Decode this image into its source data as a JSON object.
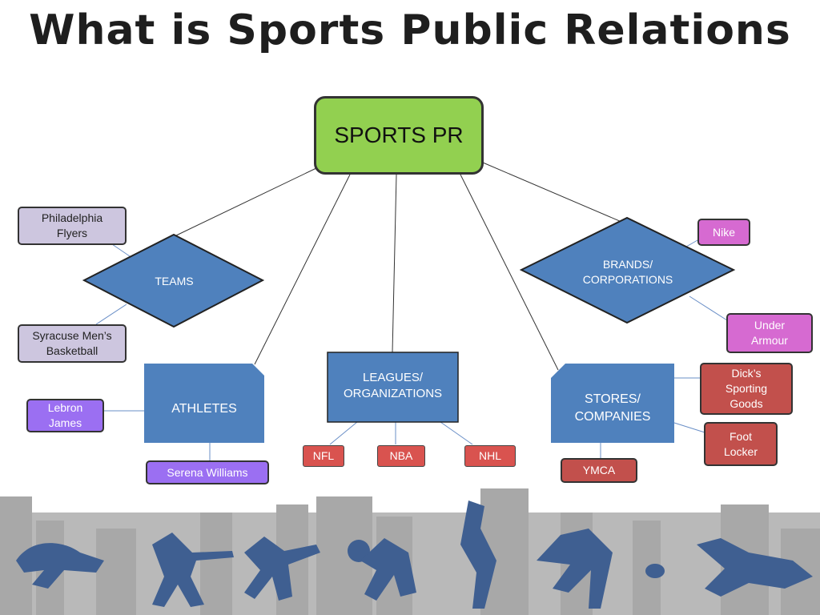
{
  "title": "What is Sports Public Relations",
  "root": "SPORTS PR",
  "categories": {
    "teams": "TEAMS",
    "brands": "BRANDS/\nCORPORATIONS",
    "athletes": "ATHLETES",
    "leagues": "LEAGUES/\nORGANIZATIONS",
    "stores": "STORES/\nCOMPANIES"
  },
  "leaves": {
    "philadelphia_flyers": "Philadelphia\nFlyers",
    "syracuse_mens_basketball": "Syracuse Men’s\nBasketball",
    "lebron_james": "Lebron\nJames",
    "serena_williams": "Serena Williams",
    "nfl": "NFL",
    "nba": "NBA",
    "nhl": "NHL",
    "nike": "Nike",
    "under_armour": "Under\nArmour",
    "dicks_sporting_goods": "Dick’s\nSporting\nGoods",
    "foot_locker": "Foot\nLocker",
    "ymca": "YMCA"
  },
  "colors": {
    "root": "#92d050",
    "category": "#4f81bd",
    "team_leaf": "#cdc6df",
    "athlete_leaf": "#9b6ff2",
    "brand_leaf": "#d66ad1",
    "store_leaf": "#c2504c",
    "league_leaf": "#d9534f",
    "skyline": "#a8a8a8",
    "silhouettes": "#3f5f91"
  },
  "decoration": {
    "banner": "sports-silhouettes-over-city-skyline"
  }
}
